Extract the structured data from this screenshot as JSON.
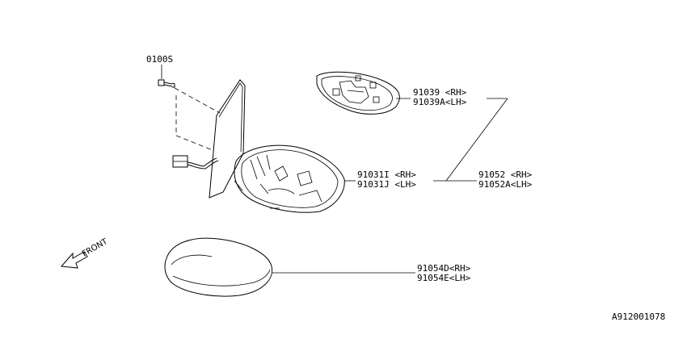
{
  "labels": {
    "bolt": "0100S",
    "holder_rh": "91039 <RH>",
    "holder_lh": "91039A<LH>",
    "mirror_rh": "91031I <RH>",
    "mirror_lh": "91031J <LH>",
    "assy_rh": "91052 <RH>",
    "assy_lh": "91052A<LH>",
    "cover_rh": "91054D<RH>",
    "cover_lh": "91054E<LH>",
    "front": "FRONT",
    "diagram_id": "A912001078"
  }
}
